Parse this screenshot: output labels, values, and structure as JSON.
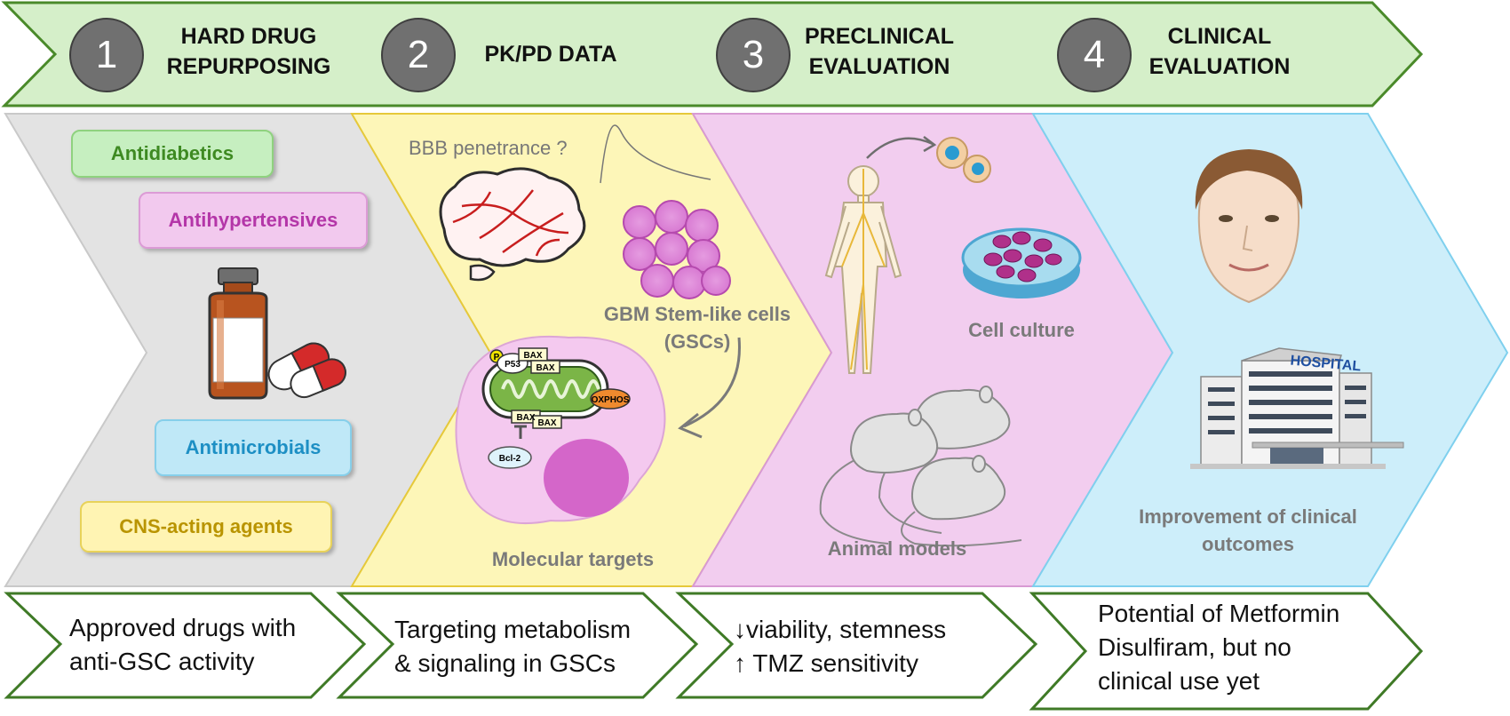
{
  "steps": [
    {
      "number": "1",
      "title": "HARD DRUG\nREPURPOSING"
    },
    {
      "number": "2",
      "title": "PK/PD DATA"
    },
    {
      "number": "3",
      "title": "PRECLINICAL\nEVALUATION"
    },
    {
      "number": "4",
      "title": "CLINICAL\nEVALUATION"
    }
  ],
  "panel1": {
    "drug_classes": [
      {
        "label": "Antidiabetics",
        "color": "#3e8a22",
        "bg": "#c6efc0",
        "border": "#8fd27f"
      },
      {
        "label": "Antihypertensives",
        "color": "#b436a8",
        "bg": "#f2c9ee",
        "border": "#dc9bd6"
      },
      {
        "label": "Antimicrobials",
        "color": "#1d8fc4",
        "bg": "#bfe8f7",
        "border": "#86cfea"
      },
      {
        "label": "CNS-acting agents",
        "color": "#b99400",
        "bg": "#fff4b3",
        "border": "#e8d25a"
      }
    ]
  },
  "panel2": {
    "bbb_label": "BBB penetrance ?",
    "gsc_label": "GBM Stem-like cells\n(GSCs)",
    "targets_label": "Molecular targets",
    "mito_labels": {
      "p": "P",
      "p53": "P53",
      "bax": "BAX",
      "oxphos": "OXPHOS",
      "bcl2": "Bcl-2"
    }
  },
  "panel3": {
    "culture_label": "Cell culture",
    "animal_label": "Animal models"
  },
  "panel4": {
    "hospital_sign": "HOSPITAL",
    "outcome_label": "Improvement of clinical\noutcomes"
  },
  "outcomes": [
    "Approved drugs with\nanti-GSC activity",
    "Targeting metabolism\n&  signaling in GSCs",
    "↓viability, stemness\n ↑ TMZ sensitivity",
    "Potential of Metformin\nDisulfiram, but no\nclinical use yet"
  ],
  "colors": {
    "header_fill": "#d5efc9",
    "header_stroke": "#4a8a2a",
    "panel1": "#e3e3e3",
    "panel2": "#fdf6b8",
    "panel3": "#f2cdef",
    "panel4": "#cdeefa"
  }
}
